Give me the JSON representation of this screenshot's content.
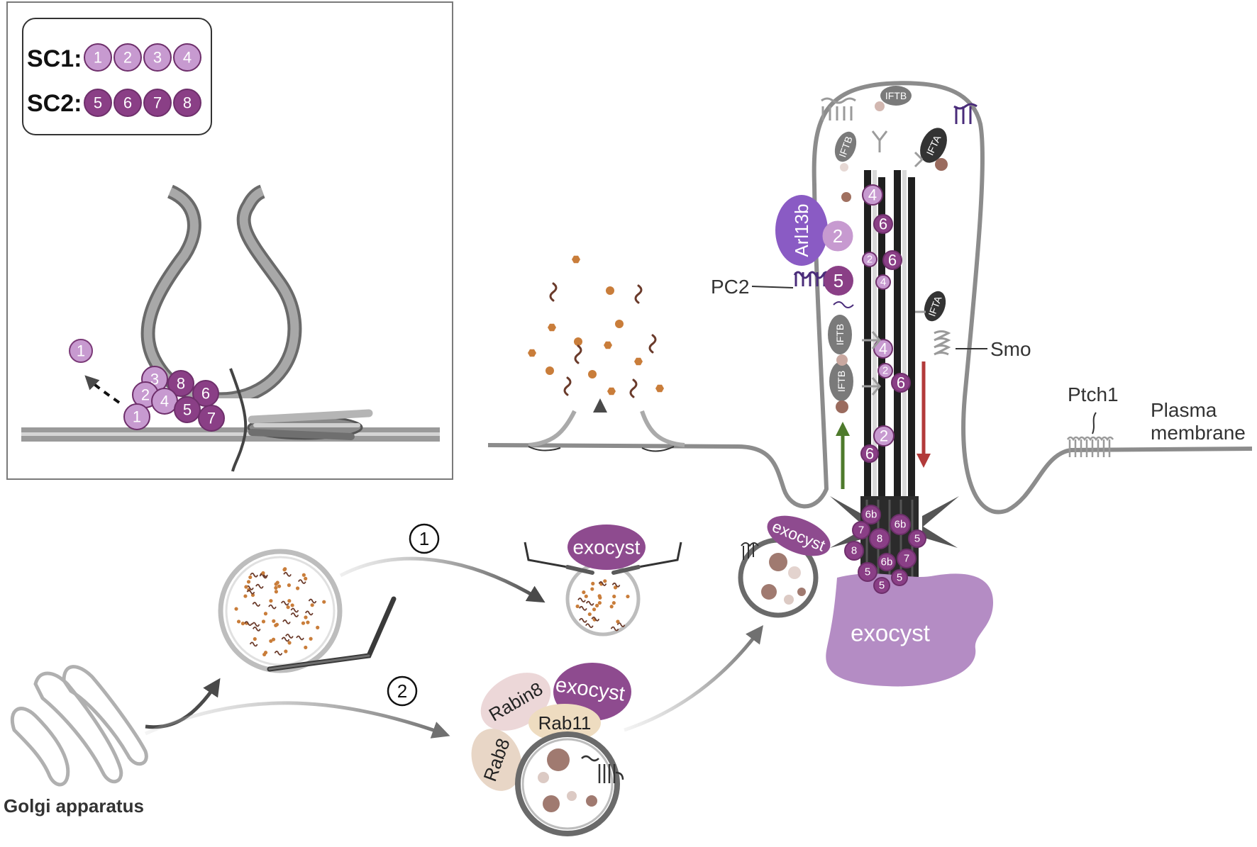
{
  "legend": {
    "sc1_label": "SC1:",
    "sc2_label": "SC2:",
    "sc1_subunits": [
      "1",
      "2",
      "3",
      "4"
    ],
    "sc2_subunits": [
      "5",
      "6",
      "7",
      "8"
    ]
  },
  "inset": {
    "released_subunit": "1",
    "complex_subunits": [
      "3",
      "8",
      "2",
      "4",
      "6",
      "5",
      "1",
      "7"
    ]
  },
  "labels": {
    "golgi": "Golgi apparatus",
    "plasma_membrane_line1": "Plasma",
    "plasma_membrane_line2": "membrane",
    "ptch1": "Ptch1",
    "smo": "Smo",
    "pc2": "PC2",
    "arl13b": "Arl13b",
    "exocyst": "exocyst",
    "rabin8": "Rabin8",
    "rab11": "Rab11",
    "rab8": "Rab8",
    "iftb": "IFTB",
    "ifta": "IFTA"
  },
  "routes": {
    "route1": "1",
    "route2": "2"
  },
  "cilium_subunits": {
    "arl13b_partner": "2",
    "pc2_partner": "5",
    "axoneme": [
      "4",
      "6",
      "2",
      "6",
      "4",
      "4",
      "2",
      "6",
      "2",
      "6"
    ],
    "base": [
      "6b",
      "7",
      "8",
      "6b",
      "5",
      "8",
      "7",
      "5",
      "6b",
      "5",
      "5"
    ]
  },
  "colors": {
    "sc1": "#c79ad0",
    "sc2": "#8a3f86",
    "membrane": "#8c8c8c",
    "exocyst_light": "#b48cc4",
    "exocyst_dark": "#8e4b8f",
    "arl13b": "#8a5bc4",
    "anterograde_arrow": "#4e7a2c",
    "retrograde_arrow": "#b23a3a",
    "cargo": "#c97d3a",
    "rab": "#eedcc0"
  }
}
